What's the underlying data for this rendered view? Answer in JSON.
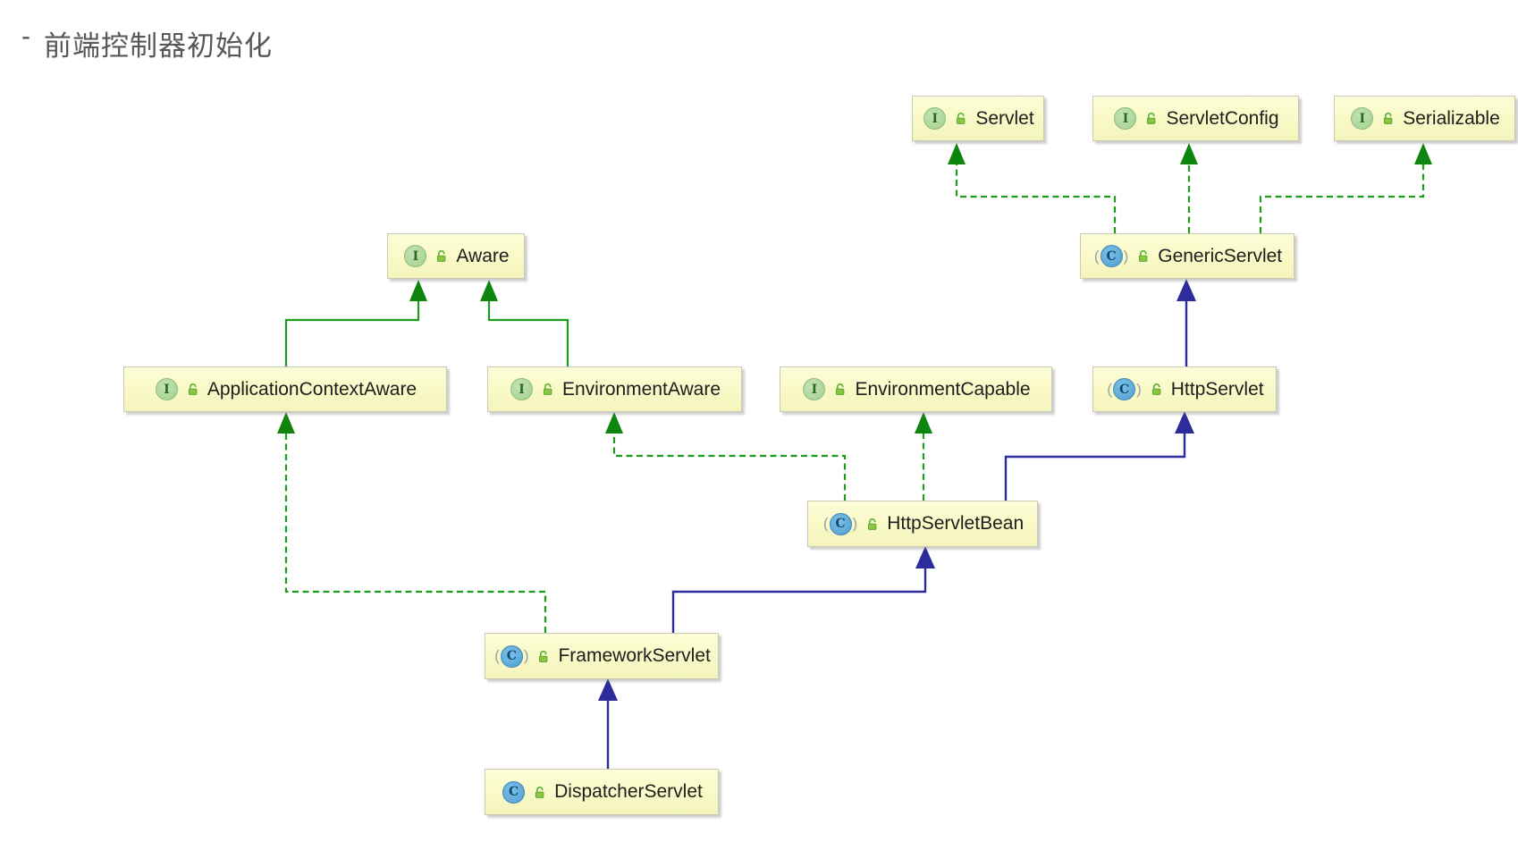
{
  "page": {
    "title_bullet": "-",
    "title": "前端控制器初始化"
  },
  "diagram": {
    "nodes": [
      {
        "id": "servlet",
        "label": "Servlet",
        "kind": "interface",
        "icon": "interface-icon",
        "icon_letter": "I",
        "visibility": "public"
      },
      {
        "id": "servlet-config",
        "label": "ServletConfig",
        "kind": "interface",
        "icon": "interface-icon",
        "icon_letter": "I",
        "visibility": "public"
      },
      {
        "id": "serializable",
        "label": "Serializable",
        "kind": "interface",
        "icon": "interface-icon",
        "icon_letter": "I",
        "visibility": "public"
      },
      {
        "id": "aware",
        "label": "Aware",
        "kind": "interface",
        "icon": "interface-icon",
        "icon_letter": "I",
        "visibility": "public"
      },
      {
        "id": "generic-servlet",
        "label": "GenericServlet",
        "kind": "abstract-class",
        "icon": "class-icon",
        "icon_letter": "C",
        "visibility": "public"
      },
      {
        "id": "application-context-aware",
        "label": "ApplicationContextAware",
        "kind": "interface",
        "icon": "interface-icon",
        "icon_letter": "I",
        "visibility": "public"
      },
      {
        "id": "environment-aware",
        "label": "EnvironmentAware",
        "kind": "interface",
        "icon": "interface-icon",
        "icon_letter": "I",
        "visibility": "public"
      },
      {
        "id": "environment-capable",
        "label": "EnvironmentCapable",
        "kind": "interface",
        "icon": "interface-icon",
        "icon_letter": "I",
        "visibility": "public"
      },
      {
        "id": "http-servlet",
        "label": "HttpServlet",
        "kind": "abstract-class",
        "icon": "class-icon",
        "icon_letter": "C",
        "visibility": "public"
      },
      {
        "id": "http-servlet-bean",
        "label": "HttpServletBean",
        "kind": "abstract-class",
        "icon": "class-icon",
        "icon_letter": "C",
        "visibility": "public"
      },
      {
        "id": "framework-servlet",
        "label": "FrameworkServlet",
        "kind": "abstract-class",
        "icon": "class-icon",
        "icon_letter": "C",
        "visibility": "public"
      },
      {
        "id": "dispatcher-servlet",
        "label": "DispatcherServlet",
        "kind": "class",
        "icon": "class-icon",
        "icon_letter": "C",
        "visibility": "public"
      }
    ],
    "relationships": [
      {
        "from": "GenericServlet",
        "to": "Servlet",
        "type": "implements"
      },
      {
        "from": "GenericServlet",
        "to": "ServletConfig",
        "type": "implements"
      },
      {
        "from": "GenericServlet",
        "to": "Serializable",
        "type": "implements"
      },
      {
        "from": "ApplicationContextAware",
        "to": "Aware",
        "type": "extends-interface"
      },
      {
        "from": "EnvironmentAware",
        "to": "Aware",
        "type": "extends-interface"
      },
      {
        "from": "HttpServlet",
        "to": "GenericServlet",
        "type": "extends"
      },
      {
        "from": "HttpServletBean",
        "to": "EnvironmentAware",
        "type": "implements"
      },
      {
        "from": "HttpServletBean",
        "to": "EnvironmentCapable",
        "type": "implements"
      },
      {
        "from": "HttpServletBean",
        "to": "HttpServlet",
        "type": "extends"
      },
      {
        "from": "FrameworkServlet",
        "to": "ApplicationContextAware",
        "type": "implements"
      },
      {
        "from": "FrameworkServlet",
        "to": "HttpServletBean",
        "type": "extends"
      },
      {
        "from": "DispatcherServlet",
        "to": "FrameworkServlet",
        "type": "extends"
      }
    ],
    "colors": {
      "interface_edge": "#1d9b1d",
      "interface_arrowhead": "#0e850e",
      "extends_edge": "#2c2c9c",
      "node_fill": "#fafac9",
      "interface_icon": "#a3d191",
      "class_icon": "#4f9fd2",
      "lock_icon": "#62b543",
      "title_text": "#55575a"
    }
  }
}
